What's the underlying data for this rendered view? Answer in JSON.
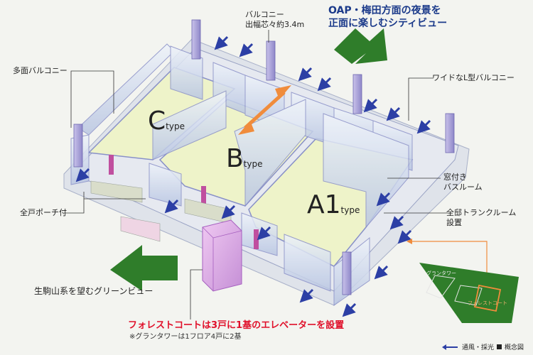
{
  "labels": {
    "balcony_width": "バルコニー\n出幅芯々約3.4m",
    "city_view": "OAP・梅田方面の夜景を\n正面に楽しむシティビュー",
    "multi_balcony": "多面バルコニー",
    "wide_balcony": "ワイドなL型バルコニー",
    "bath_window": "窓付き\nバスルーム",
    "porch": "全戸ポーチ付",
    "trunk_room": "全邸トランクルーム\n設置",
    "green_view": "生駒山系を望むグリーンビュー",
    "elevator": "フォレストコートは3戸に1基のエレベーターを設置",
    "elevator_note": "※グランタワーは1フロア4戸に2基",
    "map_grand": "グランタワー",
    "map_forest": "フォレストコート"
  },
  "types": {
    "c": {
      "letter": "C",
      "suffix": "type"
    },
    "b": {
      "letter": "B",
      "suffix": "type"
    },
    "a1": {
      "letter": "A1",
      "suffix": "type"
    }
  },
  "legend": {
    "ventilation": "通風・採光",
    "schematic": "概念図"
  },
  "colors": {
    "floor": "#eef3c9",
    "wall": "#dce8f3",
    "arrow_blue": "#2c3fa5",
    "arrow_green": "#2f7d2a",
    "arrow_orange": "#f08c3c",
    "elevator": "#d9a6e0",
    "label_red": "#e0102a"
  }
}
